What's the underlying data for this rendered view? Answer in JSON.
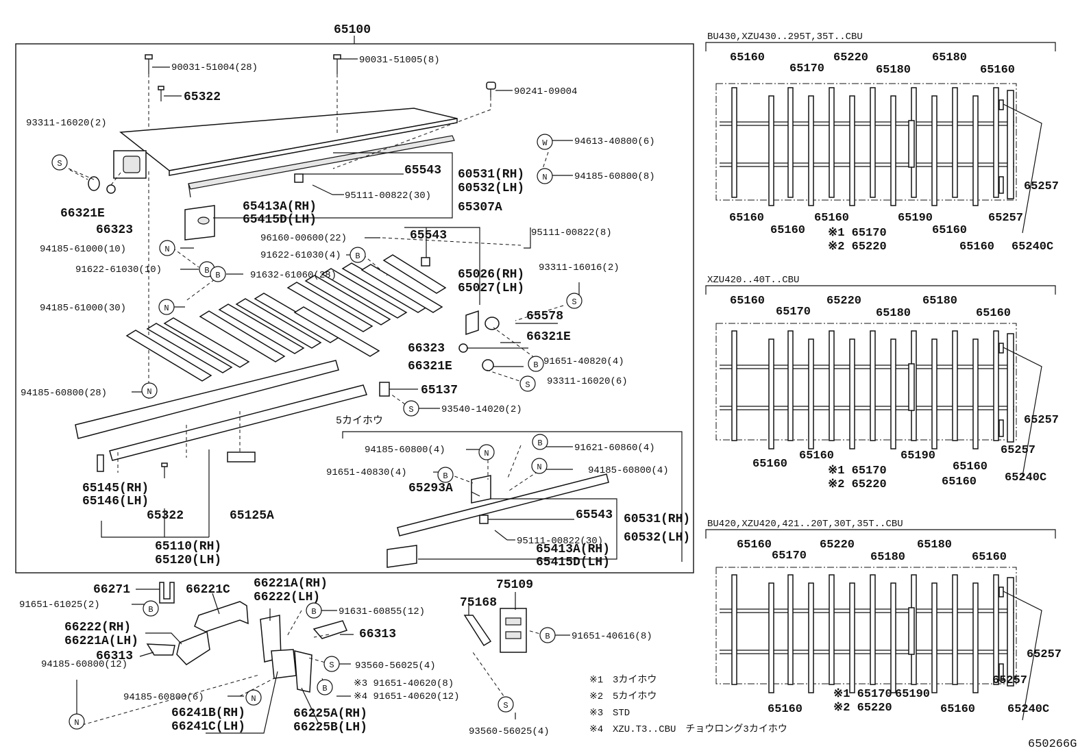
{
  "main_part": "65100",
  "sub_box_label": "5カイホウ",
  "diagram_code": "650266G",
  "callouts": [
    {
      "id": "c1",
      "text": "90031-51004(28)",
      "size": "pn"
    },
    {
      "id": "c2",
      "text": "90031-51005(8)",
      "size": "pn"
    },
    {
      "id": "c3",
      "text": "65322",
      "size": "pb"
    },
    {
      "id": "c4",
      "text": "90241-09004",
      "size": "pn"
    },
    {
      "id": "c5",
      "text": "93311-16020(2)",
      "size": "pn"
    },
    {
      "id": "c6",
      "text": "94613-40800(6)",
      "size": "pn"
    },
    {
      "id": "c7",
      "text": "94185-60800(8)",
      "size": "pn"
    },
    {
      "id": "c8",
      "text": "65543",
      "size": "pb"
    },
    {
      "id": "c9",
      "text": "60531(RH)",
      "size": "pb"
    },
    {
      "id": "c10",
      "text": "60532(LH)",
      "size": "pb"
    },
    {
      "id": "c11",
      "text": "95111-00822(30)",
      "size": "pn"
    },
    {
      "id": "c12",
      "text": "66321E",
      "size": "pb"
    },
    {
      "id": "c13",
      "text": "65307A",
      "size": "pb"
    },
    {
      "id": "c14",
      "text": "65413A(RH)",
      "size": "pb"
    },
    {
      "id": "c15",
      "text": "65415D(LH)",
      "size": "pb"
    },
    {
      "id": "c16",
      "text": "66323",
      "size": "pb"
    },
    {
      "id": "c17",
      "text": "95111-00822(8)",
      "size": "pn"
    },
    {
      "id": "c18",
      "text": "96160-00600(22)",
      "size": "pn"
    },
    {
      "id": "c19",
      "text": "65543",
      "size": "pb"
    },
    {
      "id": "c20",
      "text": "94185-61000(10)",
      "size": "pn"
    },
    {
      "id": "c21",
      "text": "91622-61030(4)",
      "size": "pn"
    },
    {
      "id": "c22",
      "text": "91622-61030(10)",
      "size": "pn"
    },
    {
      "id": "c23",
      "text": "93311-16016(2)",
      "size": "pn"
    },
    {
      "id": "c24",
      "text": "91632-61060(28)",
      "size": "pn"
    },
    {
      "id": "c25",
      "text": "65026(RH)",
      "size": "pb"
    },
    {
      "id": "c26",
      "text": "65027(LH)",
      "size": "pb"
    },
    {
      "id": "c27",
      "text": "94185-61000(30)",
      "size": "pn"
    },
    {
      "id": "c28",
      "text": "65578",
      "size": "pb"
    },
    {
      "id": "c29",
      "text": "66321E",
      "size": "pb"
    },
    {
      "id": "c30",
      "text": "66323",
      "size": "pb"
    },
    {
      "id": "c31",
      "text": "91651-40820(4)",
      "size": "pn"
    },
    {
      "id": "c32",
      "text": "66321E",
      "size": "pb"
    },
    {
      "id": "c33",
      "text": "93311-16020(6)",
      "size": "pn"
    },
    {
      "id": "c34",
      "text": "94185-60800(28)",
      "size": "pn"
    },
    {
      "id": "c35",
      "text": "65137",
      "size": "pb"
    },
    {
      "id": "c36",
      "text": "93540-14020(2)",
      "size": "pn"
    },
    {
      "id": "c37",
      "text": "94185-60800(4)",
      "size": "pn"
    },
    {
      "id": "c38",
      "text": "91621-60860(4)",
      "size": "pn"
    },
    {
      "id": "c39",
      "text": "94185-60800(4)",
      "size": "pn"
    },
    {
      "id": "c40",
      "text": "91651-40830(4)",
      "size": "pn"
    },
    {
      "id": "c41",
      "text": "65293A",
      "size": "pb"
    },
    {
      "id": "c42",
      "text": "65145(RH)",
      "size": "pb"
    },
    {
      "id": "c43",
      "text": "65146(LH)",
      "size": "pb"
    },
    {
      "id": "c44",
      "text": "65322",
      "size": "pb"
    },
    {
      "id": "c45",
      "text": "65125A",
      "size": "pb"
    },
    {
      "id": "c46",
      "text": "65543",
      "size": "pb"
    },
    {
      "id": "c47",
      "text": "60531(RH)",
      "size": "pb"
    },
    {
      "id": "c48",
      "text": "95111-00822(30)",
      "size": "pn"
    },
    {
      "id": "c49",
      "text": "60532(LH)",
      "size": "pb"
    },
    {
      "id": "c50",
      "text": "65413A(RH)",
      "size": "pb"
    },
    {
      "id": "c51",
      "text": "65415D(LH)",
      "size": "pb"
    },
    {
      "id": "c52",
      "text": "65110(RH)",
      "size": "pb"
    },
    {
      "id": "c53",
      "text": "65120(LH)",
      "size": "pb"
    },
    {
      "id": "c54",
      "text": "66271",
      "size": "pb"
    },
    {
      "id": "c55",
      "text": "66221C",
      "size": "pb"
    },
    {
      "id": "c56",
      "text": "66221A(RH)",
      "size": "pb"
    },
    {
      "id": "c57",
      "text": "66222(LH)",
      "size": "pb"
    },
    {
      "id": "c58",
      "text": "75109",
      "size": "pb"
    },
    {
      "id": "c59",
      "text": "91651-61025(2)",
      "size": "pn"
    },
    {
      "id": "c60",
      "text": "91631-60855(12)",
      "size": "pn"
    },
    {
      "id": "c61",
      "text": "75168",
      "size": "pb"
    },
    {
      "id": "c62",
      "text": "66222(RH)",
      "size": "pb"
    },
    {
      "id": "c63",
      "text": "66221A(LH)",
      "size": "pb"
    },
    {
      "id": "c64",
      "text": "66313",
      "size": "pb"
    },
    {
      "id": "c65",
      "text": "91651-40616(8)",
      "size": "pn"
    },
    {
      "id": "c66",
      "text": "66313",
      "size": "pb"
    },
    {
      "id": "c67",
      "text": "93560-56025(4)",
      "size": "pn"
    },
    {
      "id": "c68",
      "text": "94185-60800(12)",
      "size": "pn"
    },
    {
      "id": "c69",
      "text": "※3 91651-40620(8)",
      "size": "pn"
    },
    {
      "id": "c70",
      "text": "※4 91651-40620(12)",
      "size": "pn"
    },
    {
      "id": "c71",
      "text": "94185-60800(6)",
      "size": "pn"
    },
    {
      "id": "c72",
      "text": "66241B(RH)",
      "size": "pb"
    },
    {
      "id": "c73",
      "text": "66241C(LH)",
      "size": "pb"
    },
    {
      "id": "c74",
      "text": "66225A(RH)",
      "size": "pb"
    },
    {
      "id": "c75",
      "text": "66225B(LH)",
      "size": "pb"
    },
    {
      "id": "c76",
      "text": "93560-56025(4)",
      "size": "pn"
    }
  ],
  "symbols": [
    {
      "id": "s1",
      "letter": "S"
    },
    {
      "id": "s2",
      "letter": "W"
    },
    {
      "id": "s3",
      "letter": "N"
    },
    {
      "id": "s4",
      "letter": "N"
    },
    {
      "id": "s5",
      "letter": "B"
    },
    {
      "id": "s6",
      "letter": "B"
    },
    {
      "id": "s7",
      "letter": "B"
    },
    {
      "id": "s8",
      "letter": "N"
    },
    {
      "id": "s9",
      "letter": "S"
    },
    {
      "id": "s10",
      "letter": "B"
    },
    {
      "id": "s11",
      "letter": "S"
    },
    {
      "id": "s12",
      "letter": "N"
    },
    {
      "id": "s13",
      "letter": "S"
    },
    {
      "id": "s14",
      "letter": "N"
    },
    {
      "id": "s15",
      "letter": "B"
    },
    {
      "id": "s16",
      "letter": "N"
    },
    {
      "id": "s17",
      "letter": "B"
    },
    {
      "id": "s18",
      "letter": "B"
    },
    {
      "id": "s19",
      "letter": "B"
    },
    {
      "id": "s20",
      "letter": "B"
    },
    {
      "id": "s21",
      "letter": "S"
    },
    {
      "id": "s22",
      "letter": "N"
    },
    {
      "id": "s23",
      "letter": "B"
    },
    {
      "id": "s24",
      "letter": "N"
    },
    {
      "id": "s25",
      "letter": "S"
    }
  ],
  "footnotes": [
    {
      "mark": "※1",
      "text": "3カイホウ"
    },
    {
      "mark": "※2",
      "text": "5カイホウ"
    },
    {
      "mark": "※3",
      "text": "STD"
    },
    {
      "mark": "※4",
      "text": "XZU.T3..CBU　チョウロング3カイホウ"
    }
  ],
  "side_panels": [
    {
      "header": "BU430,XZU430..295T,35T..CBU",
      "labels": [
        {
          "t": "65160"
        },
        {
          "t": "65170"
        },
        {
          "t": "65220"
        },
        {
          "t": "65180"
        },
        {
          "t": "65180"
        },
        {
          "t": "65160"
        },
        {
          "t": "65257"
        },
        {
          "t": "65160"
        },
        {
          "t": "65160"
        },
        {
          "t": "65160"
        },
        {
          "t": "65190"
        },
        {
          "t": "65160"
        },
        {
          "t": "65257"
        },
        {
          "t": "※1 65170"
        },
        {
          "t": "※2 65220"
        },
        {
          "t": "65160"
        },
        {
          "t": "65240C"
        }
      ]
    },
    {
      "header": "XZU420..40T..CBU",
      "labels": [
        {
          "t": "65160"
        },
        {
          "t": "65170"
        },
        {
          "t": "65220"
        },
        {
          "t": "65180"
        },
        {
          "t": "65180"
        },
        {
          "t": "65160"
        },
        {
          "t": "65257"
        },
        {
          "t": "65160"
        },
        {
          "t": "65160"
        },
        {
          "t": "65190"
        },
        {
          "t": "65160"
        },
        {
          "t": "65257"
        },
        {
          "t": "※1 65170"
        },
        {
          "t": "※2 65220"
        },
        {
          "t": "65160"
        },
        {
          "t": "65240C"
        }
      ]
    },
    {
      "header": "BU420,XZU420,421..20T,30T,35T..CBU",
      "labels": [
        {
          "t": "65160"
        },
        {
          "t": "65170"
        },
        {
          "t": "65220"
        },
        {
          "t": "65180"
        },
        {
          "t": "65180"
        },
        {
          "t": "65160"
        },
        {
          "t": "65257"
        },
        {
          "t": "65257"
        },
        {
          "t": "※1 65170"
        },
        {
          "t": "※2 65220"
        },
        {
          "t": "65190"
        },
        {
          "t": "65160"
        },
        {
          "t": "65160"
        },
        {
          "t": "65240C"
        }
      ]
    }
  ]
}
